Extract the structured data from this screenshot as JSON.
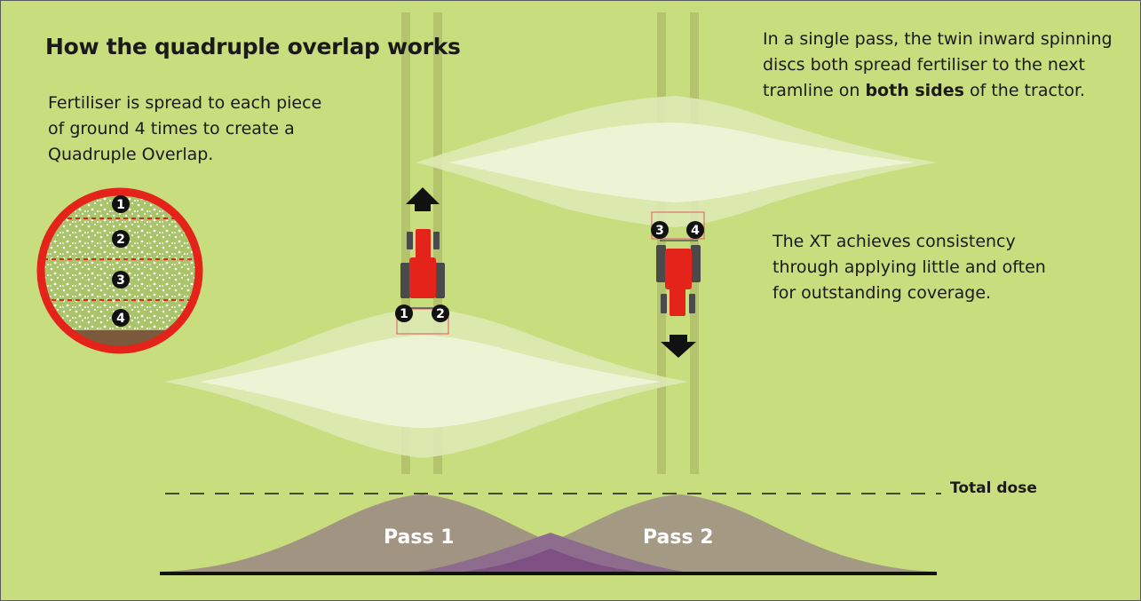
{
  "title": "How the quadruple overlap works",
  "intro_text": "Fertiliser is spread to each piece of ground 4 times to create a Quadruple Overlap.",
  "single_pass": {
    "text_before": "In a single pass, the twin inward spinning discs both spread fertiliser to the next tramline on ",
    "bold": "both sides",
    "text_after": " of the tractor."
  },
  "xt_text": "The XT achieves consistency through applying little and often for outstanding coverage.",
  "circle_layers": [
    "1",
    "2",
    "3",
    "4"
  ],
  "tractor_pass1": {
    "disc_left": "1",
    "disc_right": "2",
    "direction": "up"
  },
  "tractor_pass2": {
    "disc_left": "3",
    "disc_right": "4",
    "direction": "down"
  },
  "dose_chart": {
    "total_label": "Total dose",
    "pass1_label": "Pass 1",
    "pass2_label": "Pass 2"
  },
  "colors": {
    "field": "#c8dd7d",
    "tramline": "#b3c46c",
    "spread_outer": "#dde9b4",
    "spread_inner": "#eef4d8",
    "tractor": "#e4231b",
    "tyre": "#4a4a4a",
    "circle_ring": "#e4231b",
    "soil": "#7a5a3a",
    "dose_curve": "#a19483",
    "dose_overlap": "#8d6c8d",
    "dose_overlap_deep": "#7b4a82"
  }
}
